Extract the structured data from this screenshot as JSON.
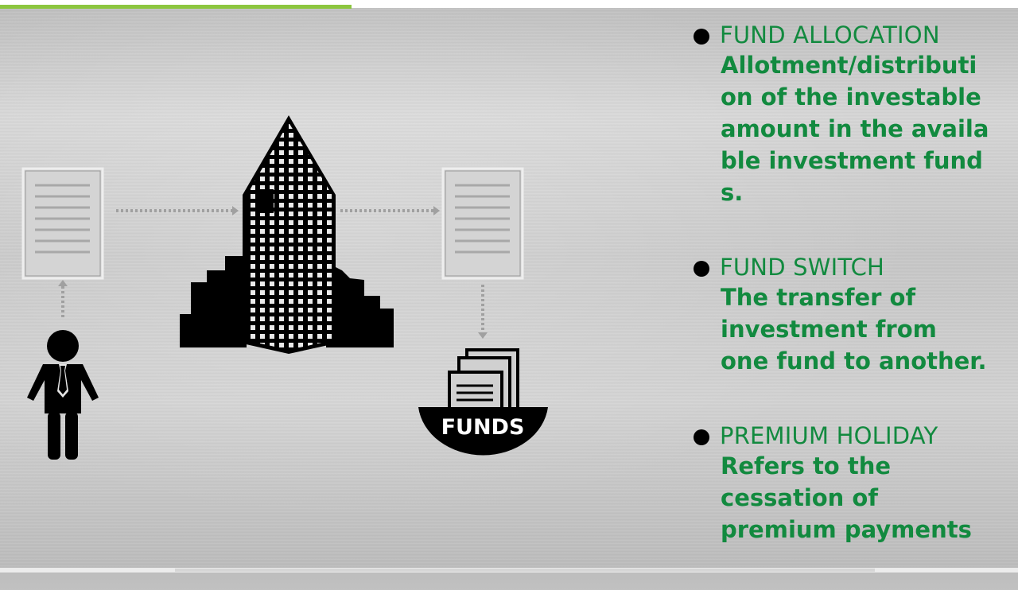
{
  "progress_fraction": 0.345,
  "diagram": {
    "funds_label": "FUNDS"
  },
  "terms": [
    {
      "heading": "FUND ALLOCATION",
      "description": "Allotment/distribution of the investable amount in the available investment funds."
    },
    {
      "heading": "FUND SWITCH",
      "description": "The transfer of investment from one fund to another."
    },
    {
      "heading": "PREMIUM HOLIDAY",
      "description": "Refers to the cessation of premium payments"
    }
  ],
  "colors": {
    "accent_green": "#128a3f",
    "progress_green": "#8cc63f",
    "icon_black": "#000000"
  }
}
